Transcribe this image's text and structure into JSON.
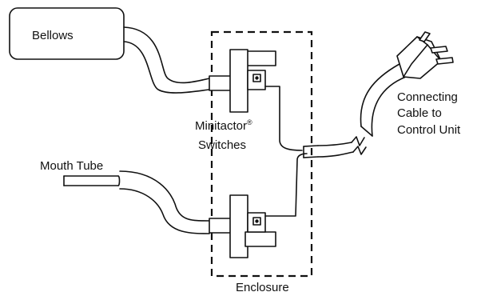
{
  "labels": {
    "bellows": "Bellows",
    "mouth_tube": "Mouth Tube",
    "switches_line1": "Minitactor",
    "switches_reg": "®",
    "switches_line2": "Switches",
    "enclosure": "Enclosure",
    "cable_line1": "Connecting",
    "cable_line2": "Cable to",
    "cable_line3": "Control Unit"
  },
  "colors": {
    "ink": "#111111",
    "background": "#ffffff"
  }
}
